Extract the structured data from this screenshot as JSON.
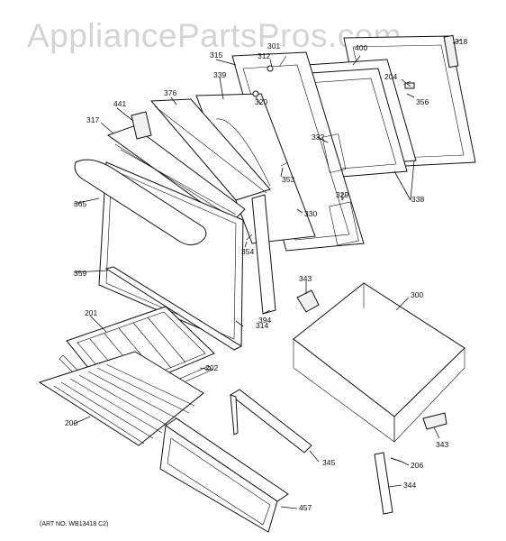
{
  "watermark": "AppliancePartsPros.com",
  "art_number": "(ART NO. WB13418 C2)",
  "callouts": {
    "c318": "318",
    "c301": "301",
    "c400": "400",
    "c204": "204",
    "c315": "315",
    "c312": "312",
    "c356": "356",
    "c339": "339",
    "c376": "376",
    "c320": "320",
    "c441": "441",
    "c317": "317",
    "c332": "332",
    "c353": "353",
    "c338": "338",
    "c329": "329",
    "c365": "365",
    "c330": "330",
    "c354": "354",
    "c343a": "343",
    "c300": "300",
    "c359": "359",
    "c394": "394",
    "c201": "201",
    "c314": "314",
    "c202": "202",
    "c200": "200",
    "c343b": "343",
    "c345": "345",
    "c206": "206",
    "c344": "344",
    "c457": "457"
  }
}
